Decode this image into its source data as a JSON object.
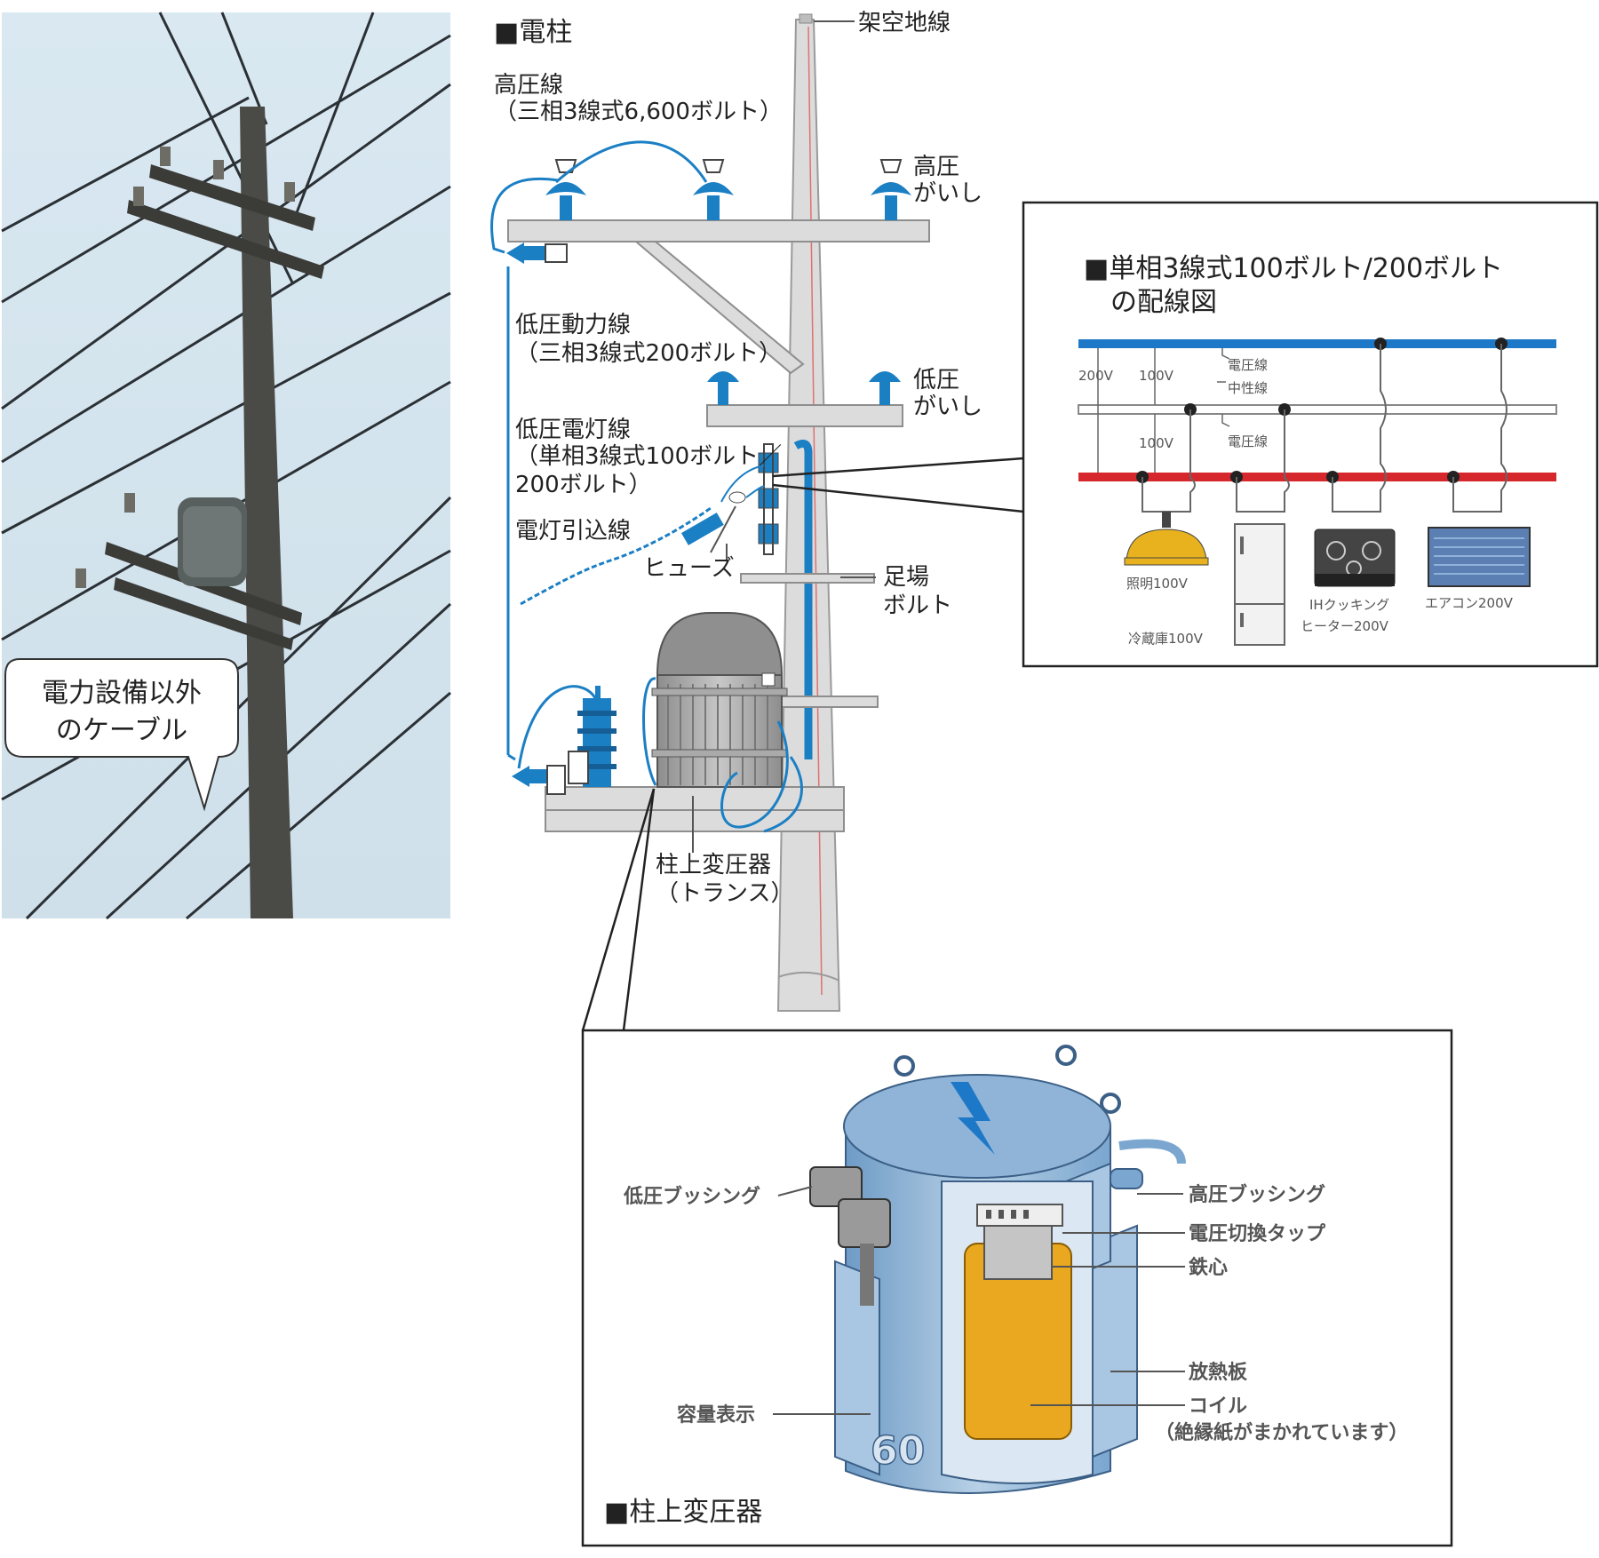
{
  "photo": {
    "bubble_line1": "電力設備以外",
    "bubble_line2": "のケーブル"
  },
  "pole_diagram": {
    "section_title": "■電柱",
    "labels": {
      "ground_wire": "架空地線",
      "hv_line_1": "高圧線",
      "hv_line_2": "（三相3線式6,600ボルト）",
      "hv_insulator_1": "高圧",
      "hv_insulator_2": "がいし",
      "lv_power_1": "低圧動力線",
      "lv_power_2": "（三相3線式200ボルト）",
      "lv_insulator_1": "低圧",
      "lv_insulator_2": "がいし",
      "lv_light_1": "低圧電灯線",
      "lv_light_2": "（単相3線式100ボルト／",
      "lv_light_3": "200ボルト）",
      "service_drop": "電灯引込線",
      "fuse": "ヒューズ",
      "step_bolt_1": "足場",
      "step_bolt_2": "ボルト",
      "transformer_1": "柱上変圧器",
      "transformer_2": "（トランス）"
    }
  },
  "wiring_diagram": {
    "title_1": "■単相3線式100ボルト/200ボルト",
    "title_2": "の配線図",
    "v200": "200V",
    "v100a": "100V",
    "v100b": "100V",
    "wire_voltage_1": "電圧線",
    "wire_neutral": "中性線",
    "wire_voltage_2": "電圧線",
    "appliances": {
      "light": "照明100V",
      "fridge": "冷蔵庫100V",
      "ih_1": "IHクッキング",
      "ih_2": "ヒーター200V",
      "aircon": "エアコン200V"
    },
    "colors": {
      "voltage_top": "#1e78c8",
      "neutral": "#ffffff",
      "voltage_bottom": "#d6282c"
    }
  },
  "transformer_detail": {
    "section_title": "■柱上変圧器",
    "labels": {
      "lv_bushing": "低圧ブッシング",
      "hv_bushing": "高圧ブッシング",
      "tap": "電圧切換タップ",
      "core": "鉄心",
      "radiator": "放熱板",
      "coil_1": "コイル",
      "coil_2": "（絶縁紙がまかれています）",
      "capacity": "容量表示",
      "capacity_value": "60"
    }
  }
}
